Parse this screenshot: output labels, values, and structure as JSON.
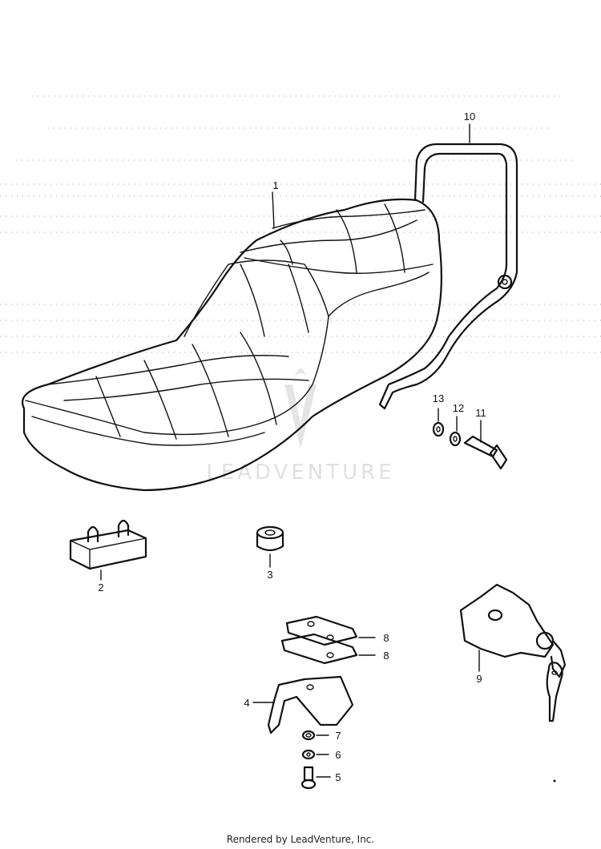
{
  "parts": [
    {
      "id": "1",
      "label": "1"
    },
    {
      "id": "2",
      "label": "2"
    },
    {
      "id": "3",
      "label": "3"
    },
    {
      "id": "4",
      "label": "4"
    },
    {
      "id": "5",
      "label": "5"
    },
    {
      "id": "6",
      "label": "6"
    },
    {
      "id": "7",
      "label": "7"
    },
    {
      "id": "8a",
      "label": "8"
    },
    {
      "id": "8b",
      "label": "8"
    },
    {
      "id": "9",
      "label": "9"
    },
    {
      "id": "10",
      "label": "10"
    },
    {
      "id": "11",
      "label": "11"
    },
    {
      "id": "12",
      "label": "12"
    },
    {
      "id": "13",
      "label": "13"
    }
  ],
  "watermark": {
    "text": "LEADVENTURE"
  },
  "footer": {
    "text": "Rendered by LeadVenture, Inc."
  }
}
